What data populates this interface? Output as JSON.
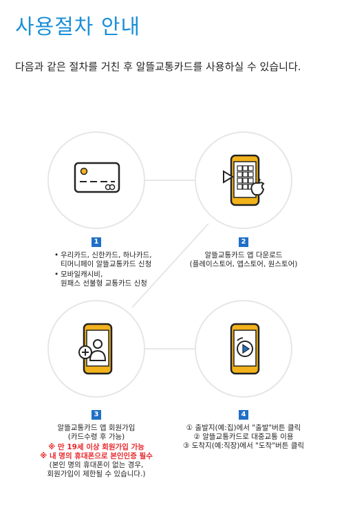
{
  "page": {
    "title": "사용절차 안내",
    "intro": "다음과 같은 절차를 거친 후 알뜰교통카드를 사용하실 수 있습니다."
  },
  "steps": [
    {
      "number": "1",
      "icon": "credit-card-icon",
      "bullets": [
        {
          "mark": "•",
          "lines": [
            "우리카드, 신한카드, 하나카드,",
            "티머니페이 알뜰교통카드 신청"
          ]
        },
        {
          "mark": "•",
          "lines": [
            "모바일캐시비,",
            "원패스 선불형 교통카드 신청"
          ]
        }
      ]
    },
    {
      "number": "2",
      "icon": "app-store-phone-icon",
      "lines": [
        "알뜰교통카드 앱 다운로드",
        "(플레이스토어, 앱스토어, 원스토어)"
      ]
    },
    {
      "number": "3",
      "icon": "register-user-phone-icon",
      "lines": [
        "알뜰교통카드 앱 회원가입",
        "(카드수령 후 가능)"
      ],
      "notes_red": [
        "※ 만 19세 이상 회원가입 가능",
        "※ 내 명의 휴대폰으로 본인인증 필수"
      ],
      "notes": [
        "(본인 명의 휴대폰이 없는 경우,",
        "회원가입이 제한될 수 있습니다.)"
      ]
    },
    {
      "number": "4",
      "icon": "play-phone-icon",
      "lines": [
        "① 출발지(예:집)에서 \"출발\"버튼 클릭",
        "② 알뜰교통카드로 대중교통 이용",
        "③ 도착지(예:직장)에서 \"도착\"버튼 클릭"
      ]
    }
  ],
  "colors": {
    "title": "#1a8fd8",
    "badge": "#1f6fc7",
    "accent_yellow": "#f2b21b",
    "warning_red": "#e8262a"
  }
}
